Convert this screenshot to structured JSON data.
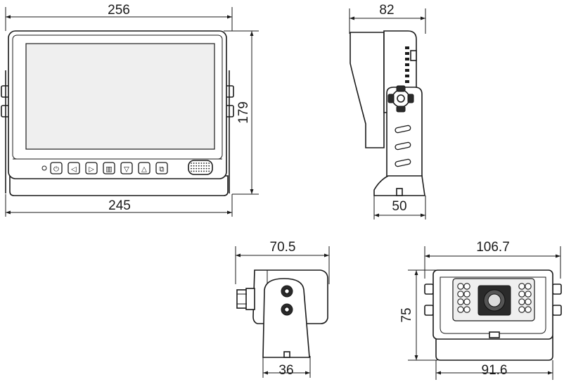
{
  "dimensions": {
    "monitor_width_top": "256",
    "monitor_width_bottom": "245",
    "monitor_height": "179",
    "monitor_depth_top": "82",
    "monitor_base_depth": "50",
    "camera_side_width": "70.5",
    "camera_side_base": "36",
    "camera_front_width_top": "106.7",
    "camera_front_height": "75",
    "camera_front_width_bottom": "91.6"
  },
  "monitor_buttons": [
    {
      "icon": "power-icon",
      "glyph": "⏻"
    },
    {
      "icon": "left-arrow-icon",
      "glyph": "◁"
    },
    {
      "icon": "right-arrow-icon",
      "glyph": "▷"
    },
    {
      "icon": "menu-icon",
      "glyph": "▥"
    },
    {
      "icon": "down-arrow-icon",
      "glyph": "▽"
    },
    {
      "icon": "up-arrow-icon",
      "glyph": "△"
    },
    {
      "icon": "source-icon",
      "glyph": "⧉"
    }
  ],
  "colors": {
    "line": "#1a1a1a",
    "screen": "#efefef",
    "background": "#ffffff"
  }
}
